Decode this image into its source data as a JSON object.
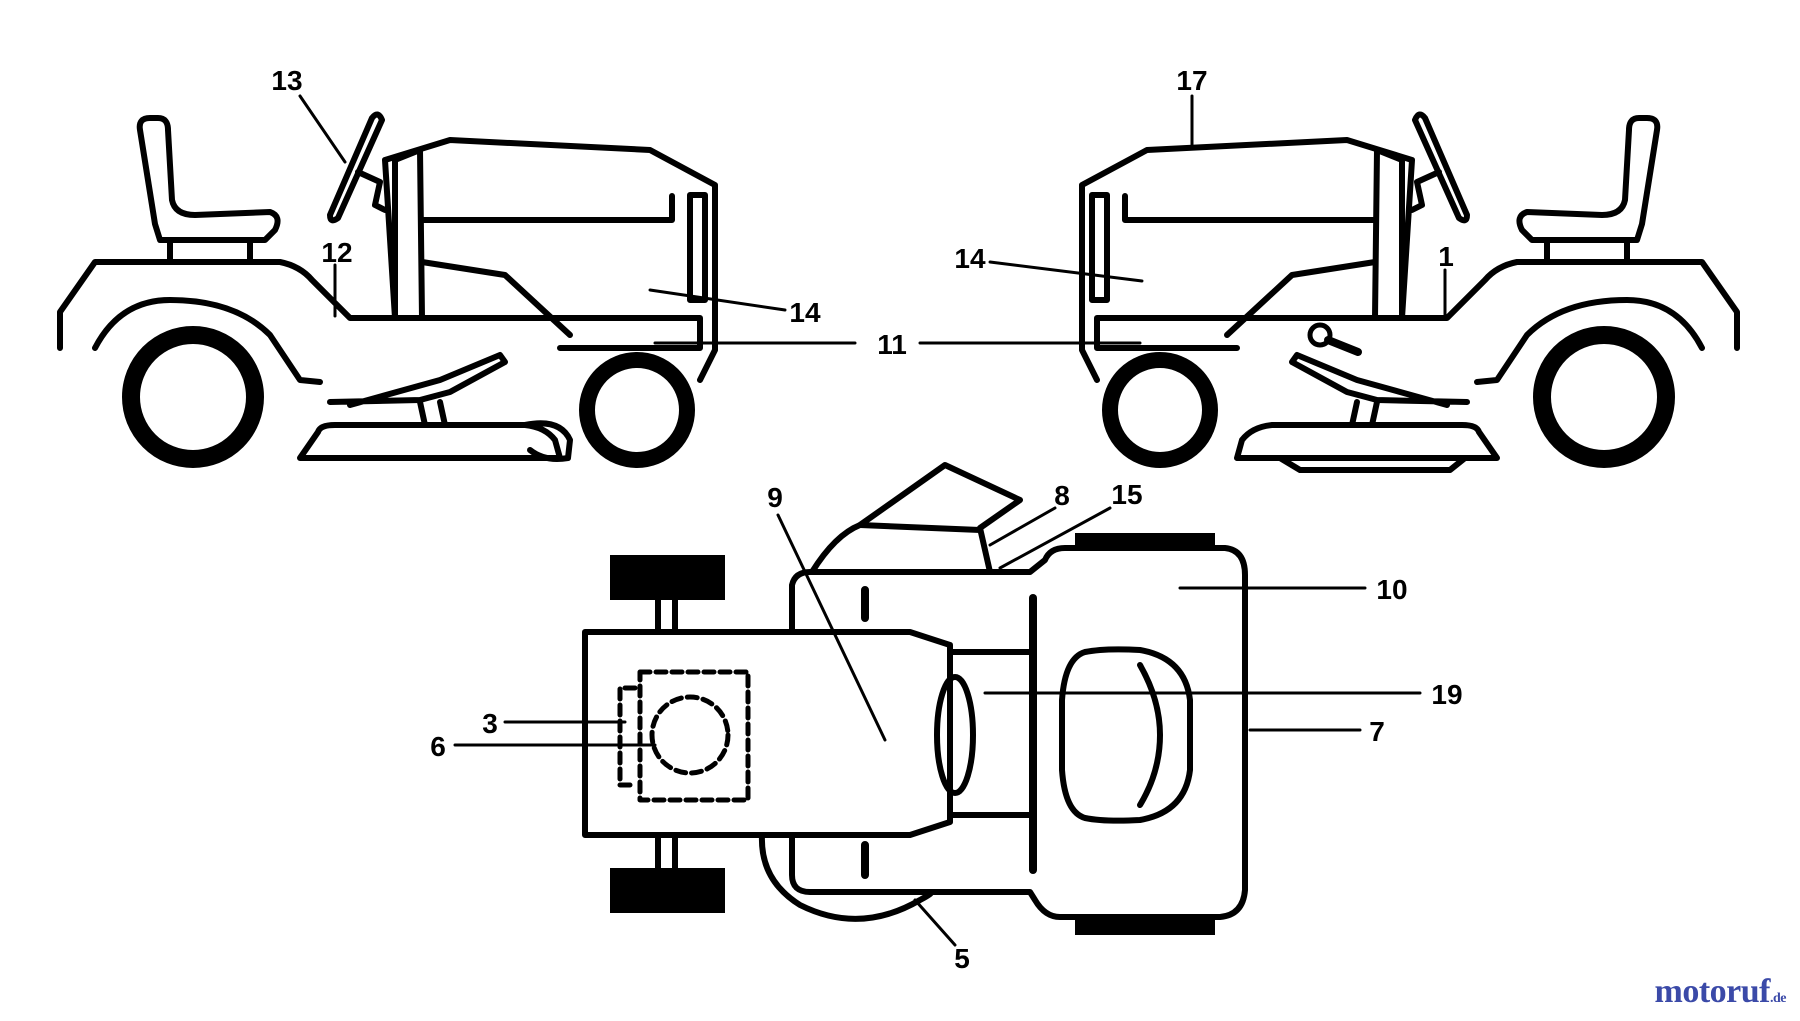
{
  "callouts": {
    "c13": "13",
    "c12": "12",
    "c14_left": "14",
    "c11": "11",
    "c17": "17",
    "c14_right": "14",
    "c1": "1",
    "c9": "9",
    "c8": "8",
    "c15": "15",
    "c10": "10",
    "c19": "19",
    "c7": "7",
    "c3": "3",
    "c6": "6",
    "c5": "5"
  },
  "watermark": {
    "text": "motoruf",
    "suffix": ".de",
    "color": "#3b4aa8",
    "dot_color": "#e0a020"
  },
  "colors": {
    "line": "#000000",
    "background": "#ffffff"
  }
}
